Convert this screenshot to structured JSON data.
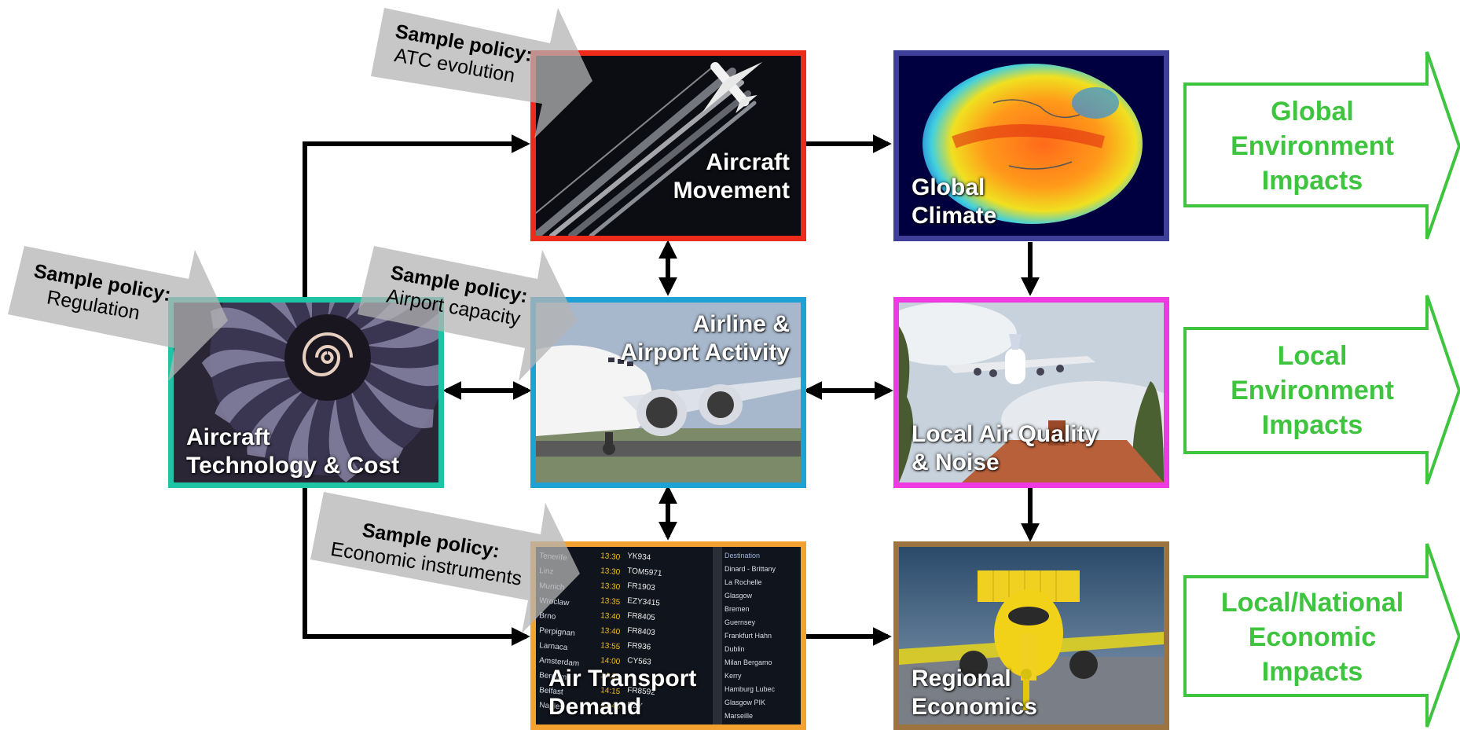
{
  "boxes": {
    "aircraft_movement": {
      "label": "Aircraft\nMovement",
      "border": "#ee2a1a"
    },
    "global_climate": {
      "label": "Global\nClimate",
      "border": "#3d3f99"
    },
    "aircraft_technology": {
      "label": "Aircraft\nTechnology & Cost",
      "border": "#1ec4a4"
    },
    "airline_airport": {
      "label": "Airline &\nAirport Activity",
      "border": "#1ea2d6"
    },
    "local_air_quality": {
      "label": "Local Air Quality\n& Noise",
      "border": "#ee3ae0"
    },
    "air_transport_demand": {
      "label": "Air Transport\nDemand",
      "border": "#f3a131"
    },
    "regional_economics": {
      "label": "Regional\nEconomics",
      "border": "#9c7440"
    }
  },
  "impacts": {
    "global": "Global\nEnvironment\nImpacts",
    "local": "Local\nEnvironment\nImpacts",
    "economic": "Local/National\nEconomic\nImpacts"
  },
  "impact_color": "#3ec43e",
  "policies": {
    "atc": {
      "head": "Sample policy:",
      "body": "ATC evolution"
    },
    "regulation": {
      "head": "Sample policy:",
      "body": "Regulation"
    },
    "airport": {
      "head": "Sample policy:",
      "body": "Airport capacity"
    },
    "economic": {
      "head": "Sample policy:",
      "body": "Economic instruments"
    }
  },
  "board": {
    "left_col": [
      "Tenerife",
      "Linz",
      "Munich",
      "Wroclaw",
      "Brno",
      "Perpignan",
      "Larnaca",
      "Amsterdam",
      "Bergamo",
      "Belfast",
      "Naples"
    ],
    "times": [
      "13:30",
      "13:30",
      "13:30",
      "13:35",
      "13:40",
      "13:40",
      "13:55",
      "14:00",
      "14:10",
      "14:15",
      "14:45"
    ],
    "flights": [
      "YK934",
      "TOM5971",
      "FR1903",
      "EZY3415",
      "FR8405",
      "FR8403",
      "FR936",
      "CY563",
      "",
      "FR8592",
      "EZY"
    ],
    "right_col": [
      "Destination",
      "Dinard - Brittany",
      "La Rochelle",
      "Glasgow",
      "Bremen",
      "Guernsey",
      "Frankfurt Hahn",
      "Dublin",
      "Milan Bergamo",
      "Kerry",
      "Hamburg Lubec",
      "Glasgow PIK",
      "Marseille"
    ]
  }
}
